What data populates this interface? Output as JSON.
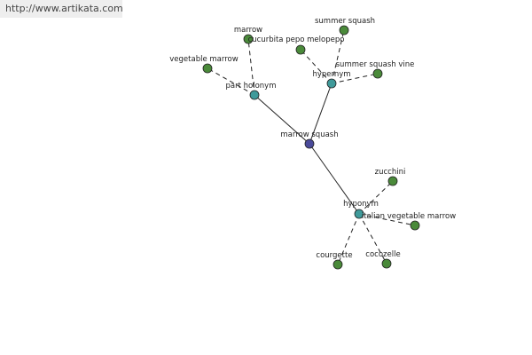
{
  "source_url": "http://www.artikata.com",
  "colors": {
    "center": "#4a4a9a",
    "relation": "#3f9a9a",
    "leaf": "#4a8a3a"
  },
  "nodes": [
    {
      "id": "center",
      "label": "marrow squash",
      "kind": "center"
    },
    {
      "id": "part-holonym",
      "label": "part holonym",
      "kind": "relation"
    },
    {
      "id": "hypernym",
      "label": "hypernym",
      "kind": "relation"
    },
    {
      "id": "hyponym",
      "label": "hyponym",
      "kind": "relation"
    },
    {
      "id": "marrow",
      "label": "marrow",
      "kind": "leaf"
    },
    {
      "id": "vegetable-marrow",
      "label": "vegetable marrow",
      "kind": "leaf"
    },
    {
      "id": "summer-squash",
      "label": "summer squash",
      "kind": "leaf"
    },
    {
      "id": "cucurbita-pepo-melopepo",
      "label": "cucurbita pepo melopepo",
      "kind": "leaf"
    },
    {
      "id": "summer-squash-vine",
      "label": "summer squash vine",
      "kind": "leaf"
    },
    {
      "id": "zucchini",
      "label": "zucchini",
      "kind": "leaf"
    },
    {
      "id": "italian-vegetable-marrow",
      "label": "italian vegetable marrow",
      "kind": "leaf"
    },
    {
      "id": "courgette",
      "label": "courgette",
      "kind": "leaf"
    },
    {
      "id": "cocozelle",
      "label": "cocozelle",
      "kind": "leaf"
    }
  ],
  "edges": [
    {
      "from": "center",
      "to": "part-holonym",
      "style": "solid"
    },
    {
      "from": "center",
      "to": "hypernym",
      "style": "solid"
    },
    {
      "from": "center",
      "to": "hyponym",
      "style": "solid"
    },
    {
      "from": "part-holonym",
      "to": "marrow",
      "style": "dashed"
    },
    {
      "from": "part-holonym",
      "to": "vegetable-marrow",
      "style": "dashed"
    },
    {
      "from": "hypernym",
      "to": "summer-squash",
      "style": "dashed"
    },
    {
      "from": "hypernym",
      "to": "cucurbita-pepo-melopepo",
      "style": "dashed"
    },
    {
      "from": "hypernym",
      "to": "summer-squash-vine",
      "style": "dashed"
    },
    {
      "from": "hyponym",
      "to": "zucchini",
      "style": "dashed"
    },
    {
      "from": "hyponym",
      "to": "italian-vegetable-marrow",
      "style": "dashed"
    },
    {
      "from": "hyponym",
      "to": "courgette",
      "style": "dashed"
    },
    {
      "from": "hyponym",
      "to": "cocozelle",
      "style": "dashed"
    }
  ]
}
